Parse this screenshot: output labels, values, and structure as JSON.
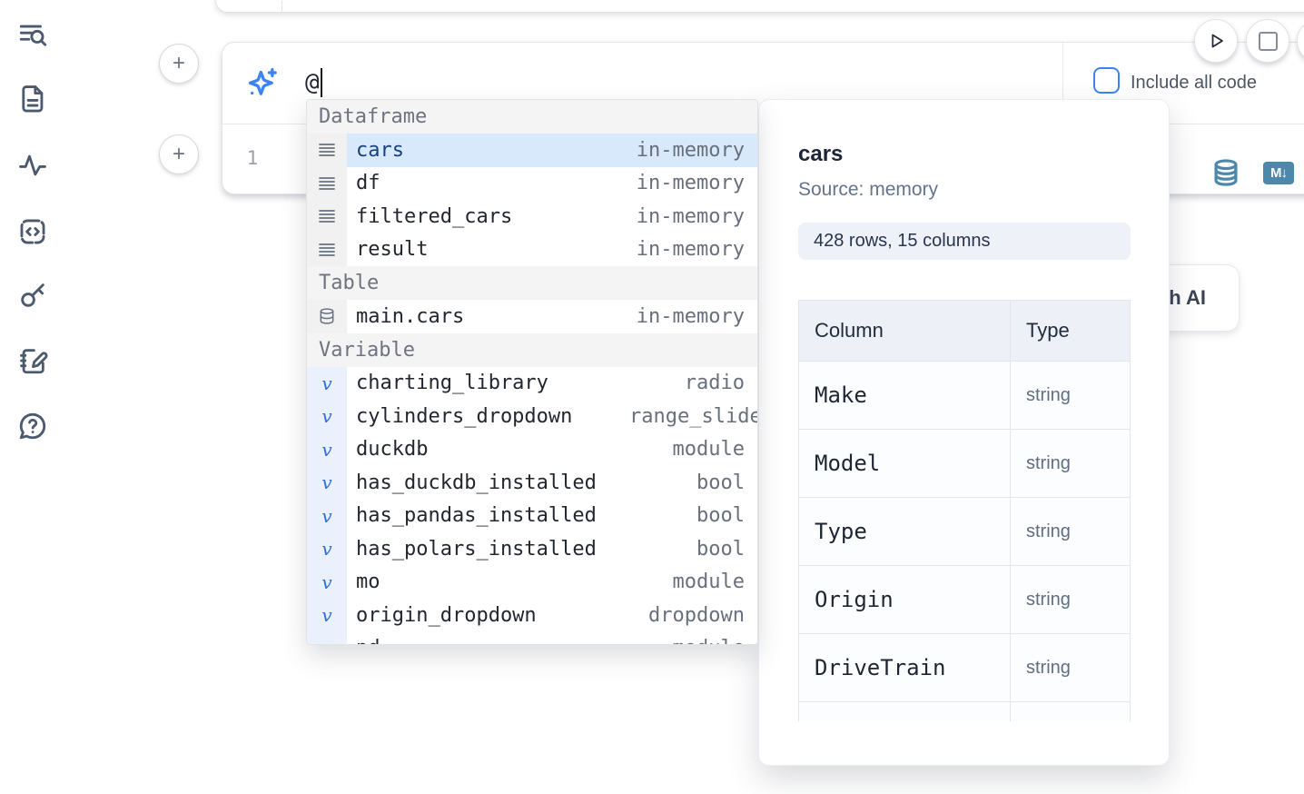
{
  "colors": {
    "accent_blue": "#3b82f6",
    "steel_blue": "#4e87ac",
    "selection_bg": "#d8e9fc",
    "section_header_bg": "#f4f4f5"
  },
  "sidebar": {
    "icons": [
      {
        "name": "list-search-icon"
      },
      {
        "name": "file-text-icon"
      },
      {
        "name": "activity-icon"
      },
      {
        "name": "code-snippets-icon"
      },
      {
        "name": "key-icon"
      },
      {
        "name": "notebook-pen-icon"
      },
      {
        "name": "help-chat-icon"
      }
    ]
  },
  "run_controls": {
    "run_icon": "play-icon",
    "interrupt_icon": "stop-icon",
    "partial_third_button": true
  },
  "cell": {
    "add_button_top": "+",
    "add_button_bottom": "+",
    "ai_prompt": {
      "icon": "sparkles-icon",
      "value": "@"
    },
    "include_all_code": {
      "label": "Include all code",
      "checked": false
    },
    "line_number": "1",
    "toolbar": {
      "dataframe_icon": "database-icon",
      "markdown_badge": "M↓"
    }
  },
  "autocomplete": {
    "sections": [
      {
        "label": "Dataframe",
        "kind": "df",
        "items": [
          {
            "name": "cars",
            "type": "in-memory",
            "selected": true
          },
          {
            "name": "df",
            "type": "in-memory"
          },
          {
            "name": "filtered_cars",
            "type": "in-memory"
          },
          {
            "name": "result",
            "type": "in-memory"
          }
        ]
      },
      {
        "label": "Table",
        "kind": "db",
        "items": [
          {
            "name": "main.cars",
            "type": "in-memory"
          }
        ]
      },
      {
        "label": "Variable",
        "kind": "var",
        "items": [
          {
            "name": "charting_library",
            "type": "radio"
          },
          {
            "name": "cylinders_dropdown",
            "type": "range_slider",
            "clip": true
          },
          {
            "name": "duckdb",
            "type": "module"
          },
          {
            "name": "has_duckdb_installed",
            "type": "bool"
          },
          {
            "name": "has_pandas_installed",
            "type": "bool"
          },
          {
            "name": "has_polars_installed",
            "type": "bool"
          },
          {
            "name": "mo",
            "type": "module"
          },
          {
            "name": "origin_dropdown",
            "type": "dropdown"
          },
          {
            "name": "pd",
            "type": "module",
            "partial": true
          }
        ]
      }
    ],
    "variable_icon_glyph": "v"
  },
  "preview_panel": {
    "title": "cars",
    "source": "Source: memory",
    "shape_badge": "428 rows, 15 columns",
    "table": {
      "headers": [
        "Column",
        "Type"
      ],
      "rows": [
        [
          "Make",
          "string"
        ],
        [
          "Model",
          "string"
        ],
        [
          "Type",
          "string"
        ],
        [
          "Origin",
          "string"
        ],
        [
          "DriveTrain",
          "string"
        ]
      ],
      "partial_next_row": true
    }
  },
  "generate_ai_button": {
    "label": "Generate with AI"
  }
}
